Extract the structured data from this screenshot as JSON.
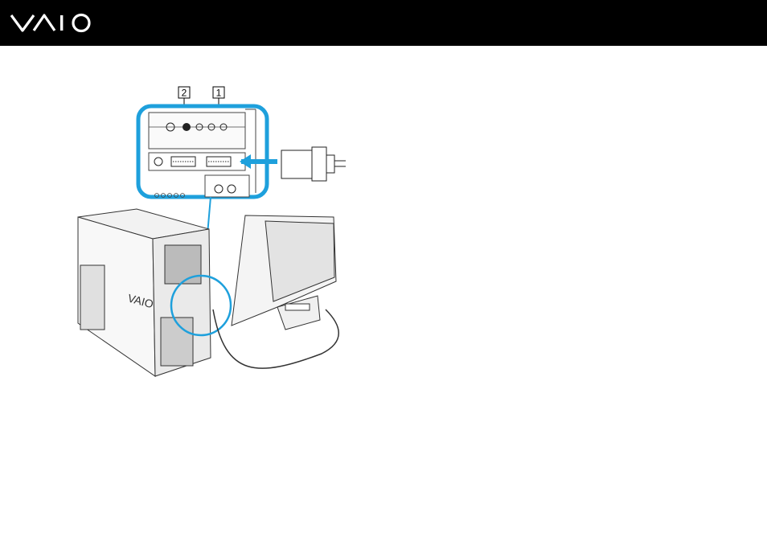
{
  "header": {
    "logo_text": "VAIO",
    "background": "#000000"
  },
  "figure": {
    "callout_1": "1",
    "callout_2": "2",
    "chassis_logo_text": "VAIO",
    "highlight_color": "#1ea0dc"
  }
}
